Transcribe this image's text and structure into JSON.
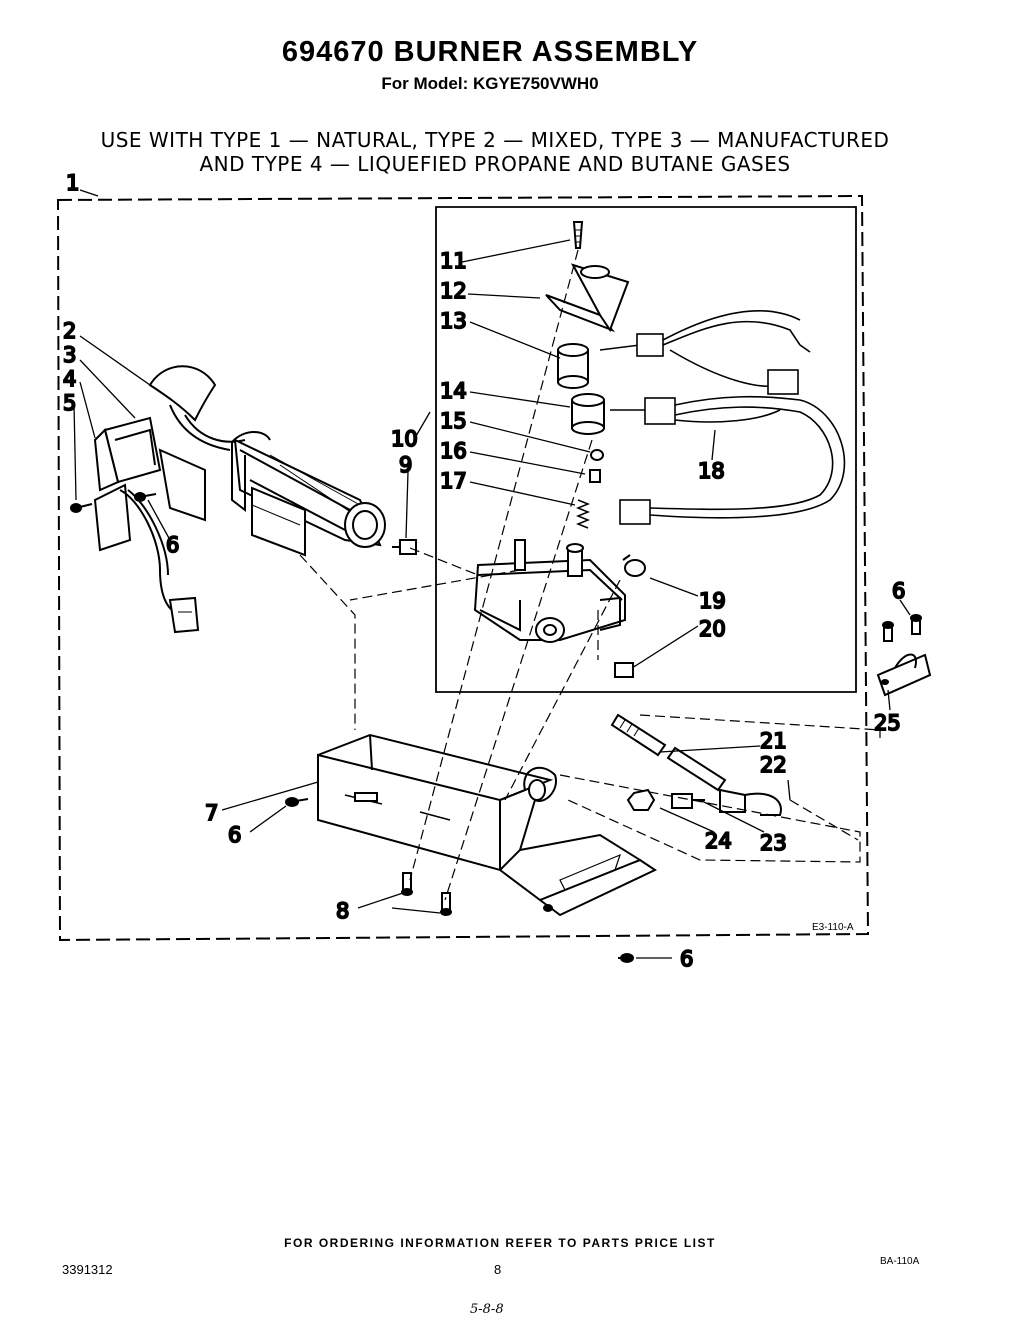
{
  "header": {
    "title": "694670 BURNER ASSEMBLY",
    "model": "For Model: KGYE750VWH0",
    "usage_line1": "USE WITH TYPE 1 — NATURAL, TYPE 2 — MIXED, TYPE 3 — MANUFACTURED",
    "usage_line2": "AND TYPE 4 — LIQUEFIED PROPANE AND BUTANE GASES"
  },
  "callouts": {
    "c1": "1",
    "c2": "2",
    "c3": "3",
    "c4": "4",
    "c5": "5",
    "c6a": "6",
    "c6b": "6",
    "c6c": "6",
    "c6d": "6",
    "c7": "7",
    "c8": "8",
    "c9": "9",
    "c10": "10",
    "c11": "11",
    "c12": "12",
    "c13": "13",
    "c14": "14",
    "c15": "15",
    "c16": "16",
    "c17": "17",
    "c18": "18",
    "c19": "19",
    "c20": "20",
    "c21": "21",
    "c22": "22",
    "c23": "23",
    "c24": "24",
    "c25": "25"
  },
  "drawing_code": "E3-110-A",
  "footer": {
    "ordering_note": "FOR ORDERING INFORMATION REFER TO PARTS PRICE LIST",
    "doc_number": "3391312",
    "page_number": "8",
    "page_code": "BA-110A",
    "handwritten": "5-8-8"
  }
}
